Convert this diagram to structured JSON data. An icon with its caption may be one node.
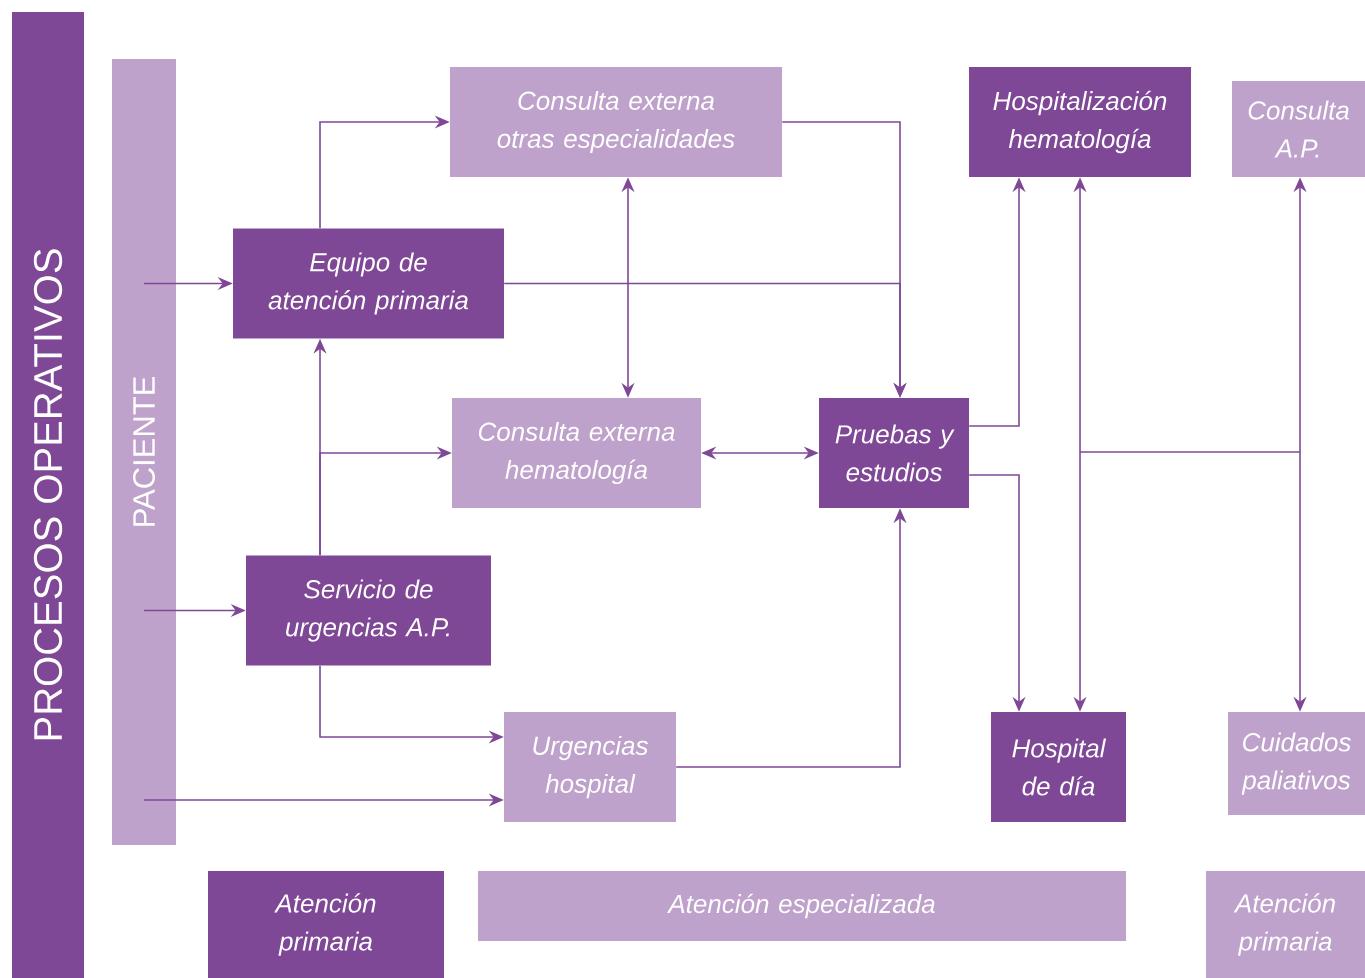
{
  "diagram": {
    "nodes": [
      {
        "text": [
          "PROCESOS OPERATIVOS"
        ]
      },
      {
        "text": [
          "PACIENTE"
        ]
      },
      {
        "text": [
          "Consulta externa otras especialidades"
        ]
      },
      {
        "text": [
          "Hospitalización hematología"
        ]
      },
      {
        "text": [
          "Consulta A.P."
        ]
      },
      {
        "text": [
          "Equipo de atención primaria"
        ]
      },
      {
        "text": [
          "Consulta externa hematología"
        ]
      },
      {
        "text": [
          "Pruebas y estudios"
        ]
      },
      {
        "text": [
          "Servicio de urgencias A.P."
        ]
      },
      {
        "text": [
          "Urgencias hospital"
        ]
      },
      {
        "text": [
          "Hospital de día"
        ]
      },
      {
        "text": [
          "Cuidados paliativos"
        ]
      },
      {
        "text": [
          "Atención primaria"
        ]
      },
      {
        "text": [
          "Atención especializada"
        ]
      },
      {
        "text": [
          "Atención primaria"
        ]
      }
    ],
    "edges": [
      {
        "from": 1,
        "to": 5,
        "arrow": "to"
      },
      {
        "from": 1,
        "to": 8,
        "arrow": "to"
      },
      {
        "from": 1,
        "to": 9,
        "arrow": "to"
      },
      {
        "from": 5,
        "to": 2,
        "arrow": "to"
      },
      {
        "from": 5,
        "to": 7,
        "arrow": "to"
      },
      {
        "from": 2,
        "to": 7,
        "arrow": "to"
      },
      {
        "from": 2,
        "to": 6,
        "arrow": "both"
      },
      {
        "from": 8,
        "to": 5,
        "arrow": "to"
      },
      {
        "from": 8,
        "to": 6,
        "arrow": "to"
      },
      {
        "from": 8,
        "to": 9,
        "arrow": "to"
      },
      {
        "from": 6,
        "to": 7,
        "arrow": "both"
      },
      {
        "from": 9,
        "to": 7,
        "arrow": "to"
      },
      {
        "from": 7,
        "to": 3,
        "arrow": "to"
      },
      {
        "from": 7,
        "to": 10,
        "arrow": "to"
      },
      {
        "from": 3,
        "to": 10,
        "arrow": "both"
      },
      {
        "from": 4,
        "to": 11,
        "arrow": "both"
      }
    ]
  }
}
